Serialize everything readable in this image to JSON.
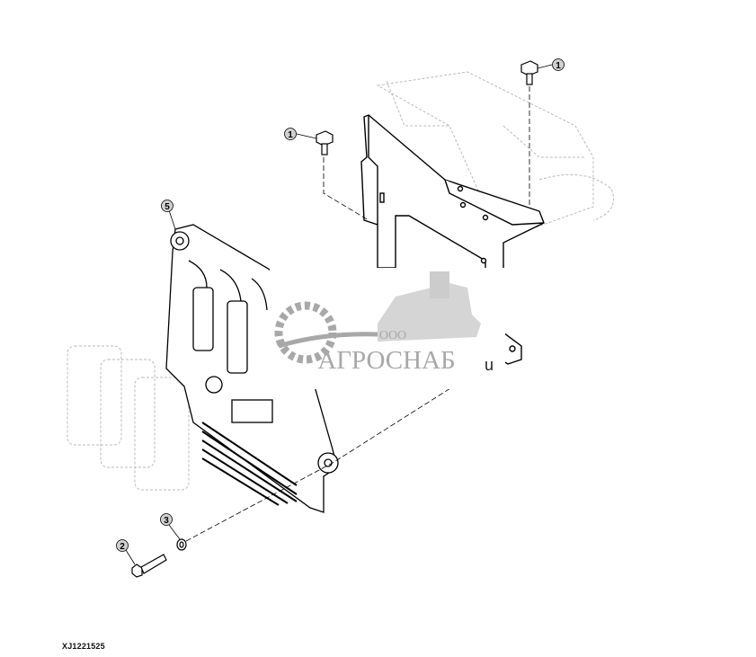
{
  "figure_id": "XJ1221525",
  "callouts": [
    {
      "label": "1"
    },
    {
      "label": "1"
    },
    {
      "label": "2"
    },
    {
      "label": "3"
    },
    {
      "label": "5"
    }
  ],
  "watermark": {
    "prefix": "ООО",
    "name": "АГРОСНАБ"
  },
  "stray_text": "u",
  "colors": {
    "line": "#000000",
    "ghost": "#bbbbbb",
    "watermark": "#a8a8a8",
    "callout_fill": "#d0d0d0"
  }
}
